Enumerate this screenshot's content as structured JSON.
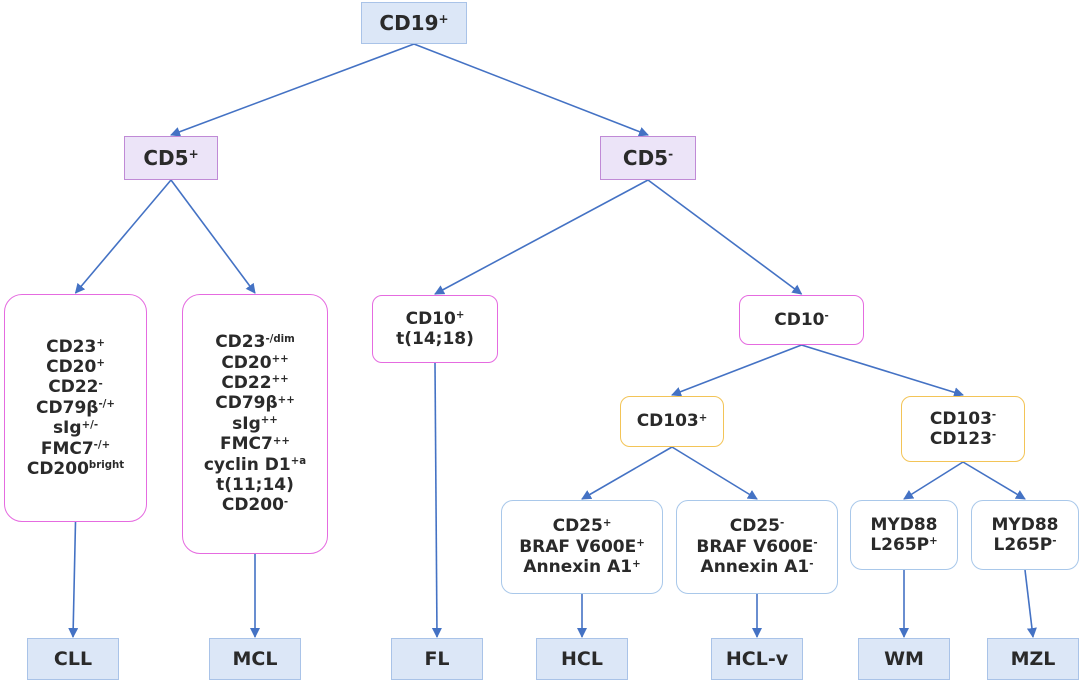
{
  "nodes": {
    "cd19": {
      "lines": [
        [
          {
            "t": "CD19"
          },
          {
            "s": "+"
          }
        ]
      ]
    },
    "cd5pos": {
      "lines": [
        [
          {
            "t": "CD5"
          },
          {
            "s": "+"
          }
        ]
      ]
    },
    "cd5neg": {
      "lines": [
        [
          {
            "t": "CD5"
          },
          {
            "s": "-"
          }
        ]
      ]
    },
    "cll_markers": {
      "lines": [
        [
          {
            "t": "CD23"
          },
          {
            "s": "+"
          }
        ],
        [
          {
            "t": "CD20"
          },
          {
            "s": "+"
          }
        ],
        [
          {
            "t": "CD22"
          },
          {
            "s": "-"
          }
        ],
        [
          {
            "t": "CD79β"
          },
          {
            "s": "-/+"
          }
        ],
        [
          {
            "t": "sIg"
          },
          {
            "s": "+/-"
          }
        ],
        [
          {
            "t": "FMC7"
          },
          {
            "s": "-/+"
          }
        ],
        [
          {
            "t": "CD200"
          },
          {
            "s": "bright"
          }
        ]
      ]
    },
    "mcl_markers": {
      "lines": [
        [
          {
            "t": "CD23"
          },
          {
            "s": "-/dim"
          }
        ],
        [
          {
            "t": "CD20"
          },
          {
            "s": "++"
          }
        ],
        [
          {
            "t": "CD22"
          },
          {
            "s": "++"
          }
        ],
        [
          {
            "t": "CD79β"
          },
          {
            "s": "++"
          }
        ],
        [
          {
            "t": "sIg"
          },
          {
            "s": "++"
          }
        ],
        [
          {
            "t": "FMC7"
          },
          {
            "s": "++"
          }
        ],
        [
          {
            "t": "cyclin D1"
          },
          {
            "s": "+a"
          }
        ],
        [
          {
            "t": "t(11;14)"
          }
        ],
        [
          {
            "t": "CD200"
          },
          {
            "s": "-"
          }
        ]
      ]
    },
    "cd10pos": {
      "lines": [
        [
          {
            "t": "CD10"
          },
          {
            "s": "+"
          }
        ],
        [
          {
            "t": "t(14;18)"
          }
        ]
      ]
    },
    "cd10neg": {
      "lines": [
        [
          {
            "t": "CD10"
          },
          {
            "s": "-"
          }
        ]
      ]
    },
    "cd103pos": {
      "lines": [
        [
          {
            "t": "CD103"
          },
          {
            "s": "+"
          }
        ]
      ]
    },
    "cd103neg": {
      "lines": [
        [
          {
            "t": "CD103"
          },
          {
            "s": "-"
          }
        ],
        [
          {
            "t": "CD123"
          },
          {
            "s": "-"
          }
        ]
      ]
    },
    "hcl_markers": {
      "lines": [
        [
          {
            "t": "CD25"
          },
          {
            "s": "+"
          }
        ],
        [
          {
            "t": "BRAF V600E"
          },
          {
            "s": "+"
          }
        ],
        [
          {
            "t": "Annexin A1"
          },
          {
            "s": "+"
          }
        ]
      ]
    },
    "hclv_markers": {
      "lines": [
        [
          {
            "t": "CD25"
          },
          {
            "s": "-"
          }
        ],
        [
          {
            "t": "BRAF V600E"
          },
          {
            "s": "-"
          }
        ],
        [
          {
            "t": "Annexin A1"
          },
          {
            "s": "-"
          }
        ]
      ]
    },
    "wm_markers": {
      "lines": [
        [
          {
            "t": "MYD88"
          }
        ],
        [
          {
            "t": "L265P"
          },
          {
            "s": "+"
          }
        ]
      ]
    },
    "mzl_markers": {
      "lines": [
        [
          {
            "t": "MYD88"
          }
        ],
        [
          {
            "t": "L265P"
          },
          {
            "s": "-"
          }
        ]
      ]
    },
    "cll": {
      "lines": [
        [
          {
            "t": "CLL"
          }
        ]
      ]
    },
    "mcl": {
      "lines": [
        [
          {
            "t": "MCL"
          }
        ]
      ]
    },
    "fl": {
      "lines": [
        [
          {
            "t": "FL"
          }
        ]
      ]
    },
    "hcl": {
      "lines": [
        [
          {
            "t": "HCL"
          }
        ]
      ]
    },
    "hclv": {
      "lines": [
        [
          {
            "t": "HCL-v"
          }
        ]
      ]
    },
    "wm": {
      "lines": [
        [
          {
            "t": "WM"
          }
        ]
      ]
    },
    "mzl": {
      "lines": [
        [
          {
            "t": "MZL"
          }
        ]
      ]
    }
  },
  "edges": [
    [
      "cd19",
      "cd5pos"
    ],
    [
      "cd19",
      "cd5neg"
    ],
    [
      "cd5pos",
      "cll_markers"
    ],
    [
      "cd5pos",
      "mcl_markers"
    ],
    [
      "cd5neg",
      "cd10pos"
    ],
    [
      "cd5neg",
      "cd10neg"
    ],
    [
      "cd10neg",
      "cd103pos"
    ],
    [
      "cd10neg",
      "cd103neg"
    ],
    [
      "cd103pos",
      "hcl_markers"
    ],
    [
      "cd103pos",
      "hclv_markers"
    ],
    [
      "cd103neg",
      "wm_markers"
    ],
    [
      "cd103neg",
      "mzl_markers"
    ],
    [
      "cll_markers",
      "cll"
    ],
    [
      "mcl_markers",
      "mcl"
    ],
    [
      "cd10pos",
      "fl"
    ],
    [
      "hcl_markers",
      "hcl"
    ],
    [
      "hclv_markers",
      "hclv"
    ],
    [
      "wm_markers",
      "wm"
    ],
    [
      "mzl_markers",
      "mzl"
    ]
  ],
  "colors": {
    "edge": "#4472c4",
    "blue_fill": "#dce7f7",
    "purple_fill": "#ece4f8",
    "pink_border": "#e56be0",
    "orange_border": "#f3c457",
    "light_blue_border": "#a9c8ea"
  }
}
